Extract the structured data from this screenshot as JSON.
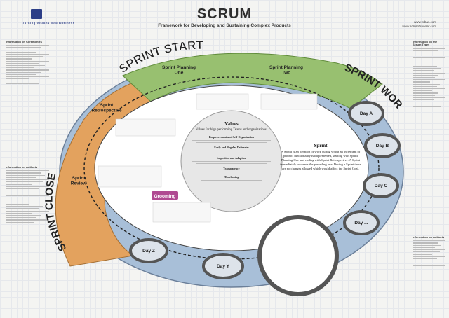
{
  "header": {
    "logo_tagline": "Turning Visions into Business",
    "title": "SCRUM",
    "subtitle": "Framework for Developing and Sustaining Complex Products",
    "url1": "www.wibas.com",
    "url2": "www.scrumbrowser.com"
  },
  "phases": {
    "start": "SPRINT START",
    "work": "SPRINT WORK",
    "close": "SPRINT CLOSE"
  },
  "segments": {
    "planning_one": "Sprint Planning One",
    "planning_two": "Sprint Planning Two",
    "review": "Sprint Review",
    "retrospective": "Sprint Retrospective"
  },
  "days": [
    "Day A",
    "Day B",
    "Day C",
    "Day ...",
    "Day Y",
    "Day Z"
  ],
  "grooming": "Grooming",
  "sprint": {
    "title": "Sprint",
    "text": "A Sprint is an iteration of work during which an increment of product functionality is implemented, starting with Sprint Planning One and ending with Sprint Retrospective. A Sprint immediately succeeds the preceding one. During a Sprint there are no changes allowed which would affect the Sprint Goal."
  },
  "values": {
    "title": "Values",
    "text": "Values for high performing Teams and organizations.",
    "items": [
      "Empowerment and Self-Organization",
      "Early and Regular Deliveries",
      "Inspection and Adaption",
      "Transparency",
      "Timeboxing"
    ]
  },
  "side_left_top": "Information on Ceremonies",
  "side_left_bottom": "Information on Artifacts",
  "side_right_top": "Information on the Scrum Team",
  "side_right_bottom": "Information on Artifacts",
  "colors": {
    "green": "#7aa84a",
    "orange": "#e3a25e",
    "blue": "#a8bfd8",
    "grooming": "#b04a92"
  }
}
